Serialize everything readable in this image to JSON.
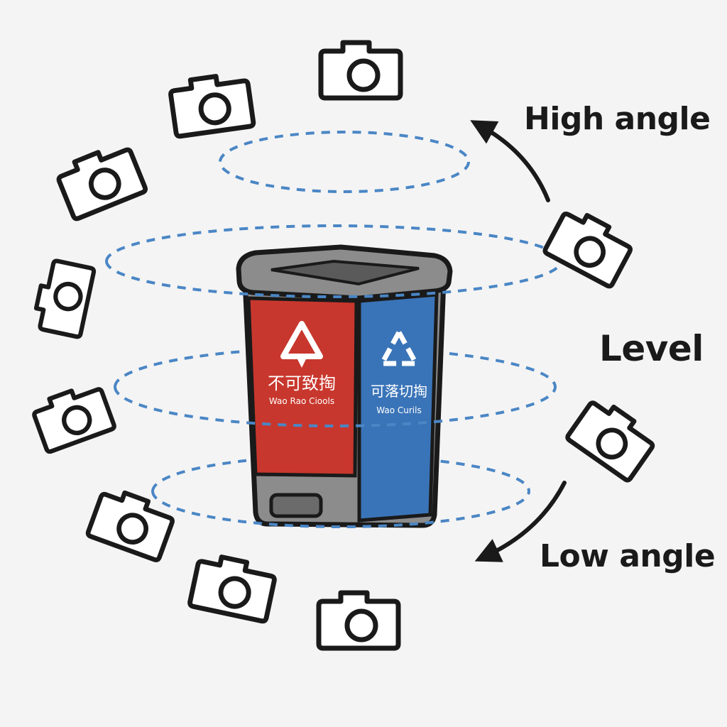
{
  "labels": {
    "high_angle": "High angle",
    "level": "Level",
    "low_angle": "Low angle"
  },
  "bin": {
    "left_panel": {
      "title": "不可致掏",
      "subtitle": "Wao Rao Ciools",
      "color": "#c8372d"
    },
    "right_panel": {
      "title": "可落切掏",
      "subtitle": "Wao Curils",
      "color": "#3a74b8"
    },
    "body_color": "#8c8c8c"
  },
  "colors": {
    "orbit_dash": "#4a86c5",
    "stroke": "#1a1a1a",
    "background": "#f4f4f4"
  },
  "icons": {
    "camera": "camera-icon",
    "arrow": "arrow-icon",
    "recycle": "recycle-icon"
  }
}
